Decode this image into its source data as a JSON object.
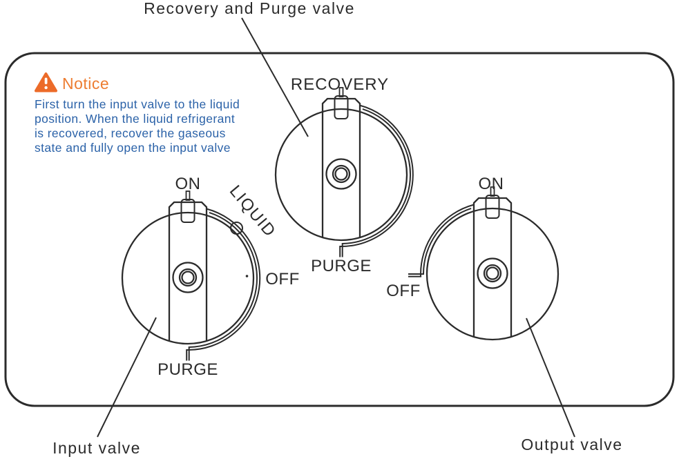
{
  "annotations": {
    "top_label": "Recovery and Purge valve",
    "bottom_left_label": "Input valve",
    "bottom_right_label": "Output valve"
  },
  "notice": {
    "icon": "warning-triangle-icon",
    "title": "Notice",
    "lines": [
      "First turn the input valve to the liquid",
      "position. When the liquid refrigerant",
      "is recovered, recover the gaseous",
      "state and fully open the input valve"
    ]
  },
  "valves": {
    "input": {
      "name": "Input valve",
      "position_on": "ON",
      "position_liquid": "LIQUID",
      "position_off": "OFF",
      "position_purge": "PURGE"
    },
    "recovery_purge": {
      "name": "Recovery and Purge valve",
      "position_recovery": "RECOVERY",
      "position_purge": "PURGE"
    },
    "output": {
      "name": "Output valve",
      "position_on": "ON",
      "position_off": "OFF"
    }
  },
  "colors": {
    "line": "#2b2b2b",
    "notice_title_orange": "#ED7D31",
    "warning_icon_orange": "#EC6B29",
    "notice_text_blue": "#2B62A8"
  }
}
